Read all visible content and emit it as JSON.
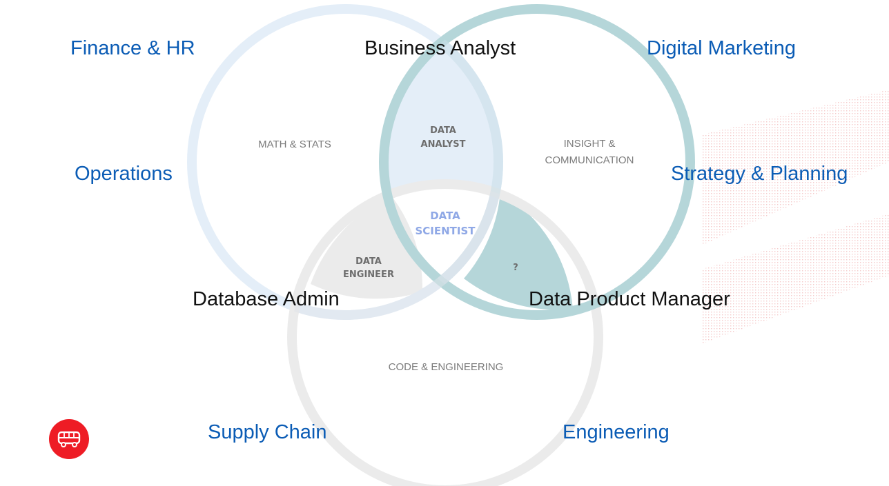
{
  "zones": {
    "math_stats": "MATH & STATS",
    "insight_line1": "INSIGHT &",
    "insight_line2": "COMMUNICATION",
    "code_engineering": "CODE & ENGINEERING",
    "data_analyst_line1": "DATA",
    "data_analyst_line2": "ANALYST",
    "data_scientist_line1": "DATA",
    "data_scientist_line2": "SCIENTIST",
    "data_engineer_line1": "DATA",
    "data_engineer_line2": "ENGINEER",
    "unknown": "?"
  },
  "roles": {
    "business_analyst": "Business Analyst",
    "database_admin": "Database Admin",
    "data_product_manager": "Data Product Manager"
  },
  "departments": {
    "finance_hr": "Finance & HR",
    "digital_marketing": "Digital Marketing",
    "operations": "Operations",
    "strategy_planning": "Strategy & Planning",
    "supply_chain": "Supply Chain",
    "engineering": "Engineering"
  },
  "colors": {
    "department_text": "#0b5cb5",
    "role_text": "#111111",
    "math_circle": "#e4eef8",
    "insight_circle": "#b5d6d9",
    "code_circle": "#ebebeb",
    "analyst_fill": "#e4eef8",
    "engineer_fill": "#ebebeb",
    "unknown_fill": "#b5d6d9",
    "scientist_text": "#8fa8e6",
    "bus_button": "#ee1c25"
  },
  "icons": {
    "bus_button": "bus-icon"
  }
}
